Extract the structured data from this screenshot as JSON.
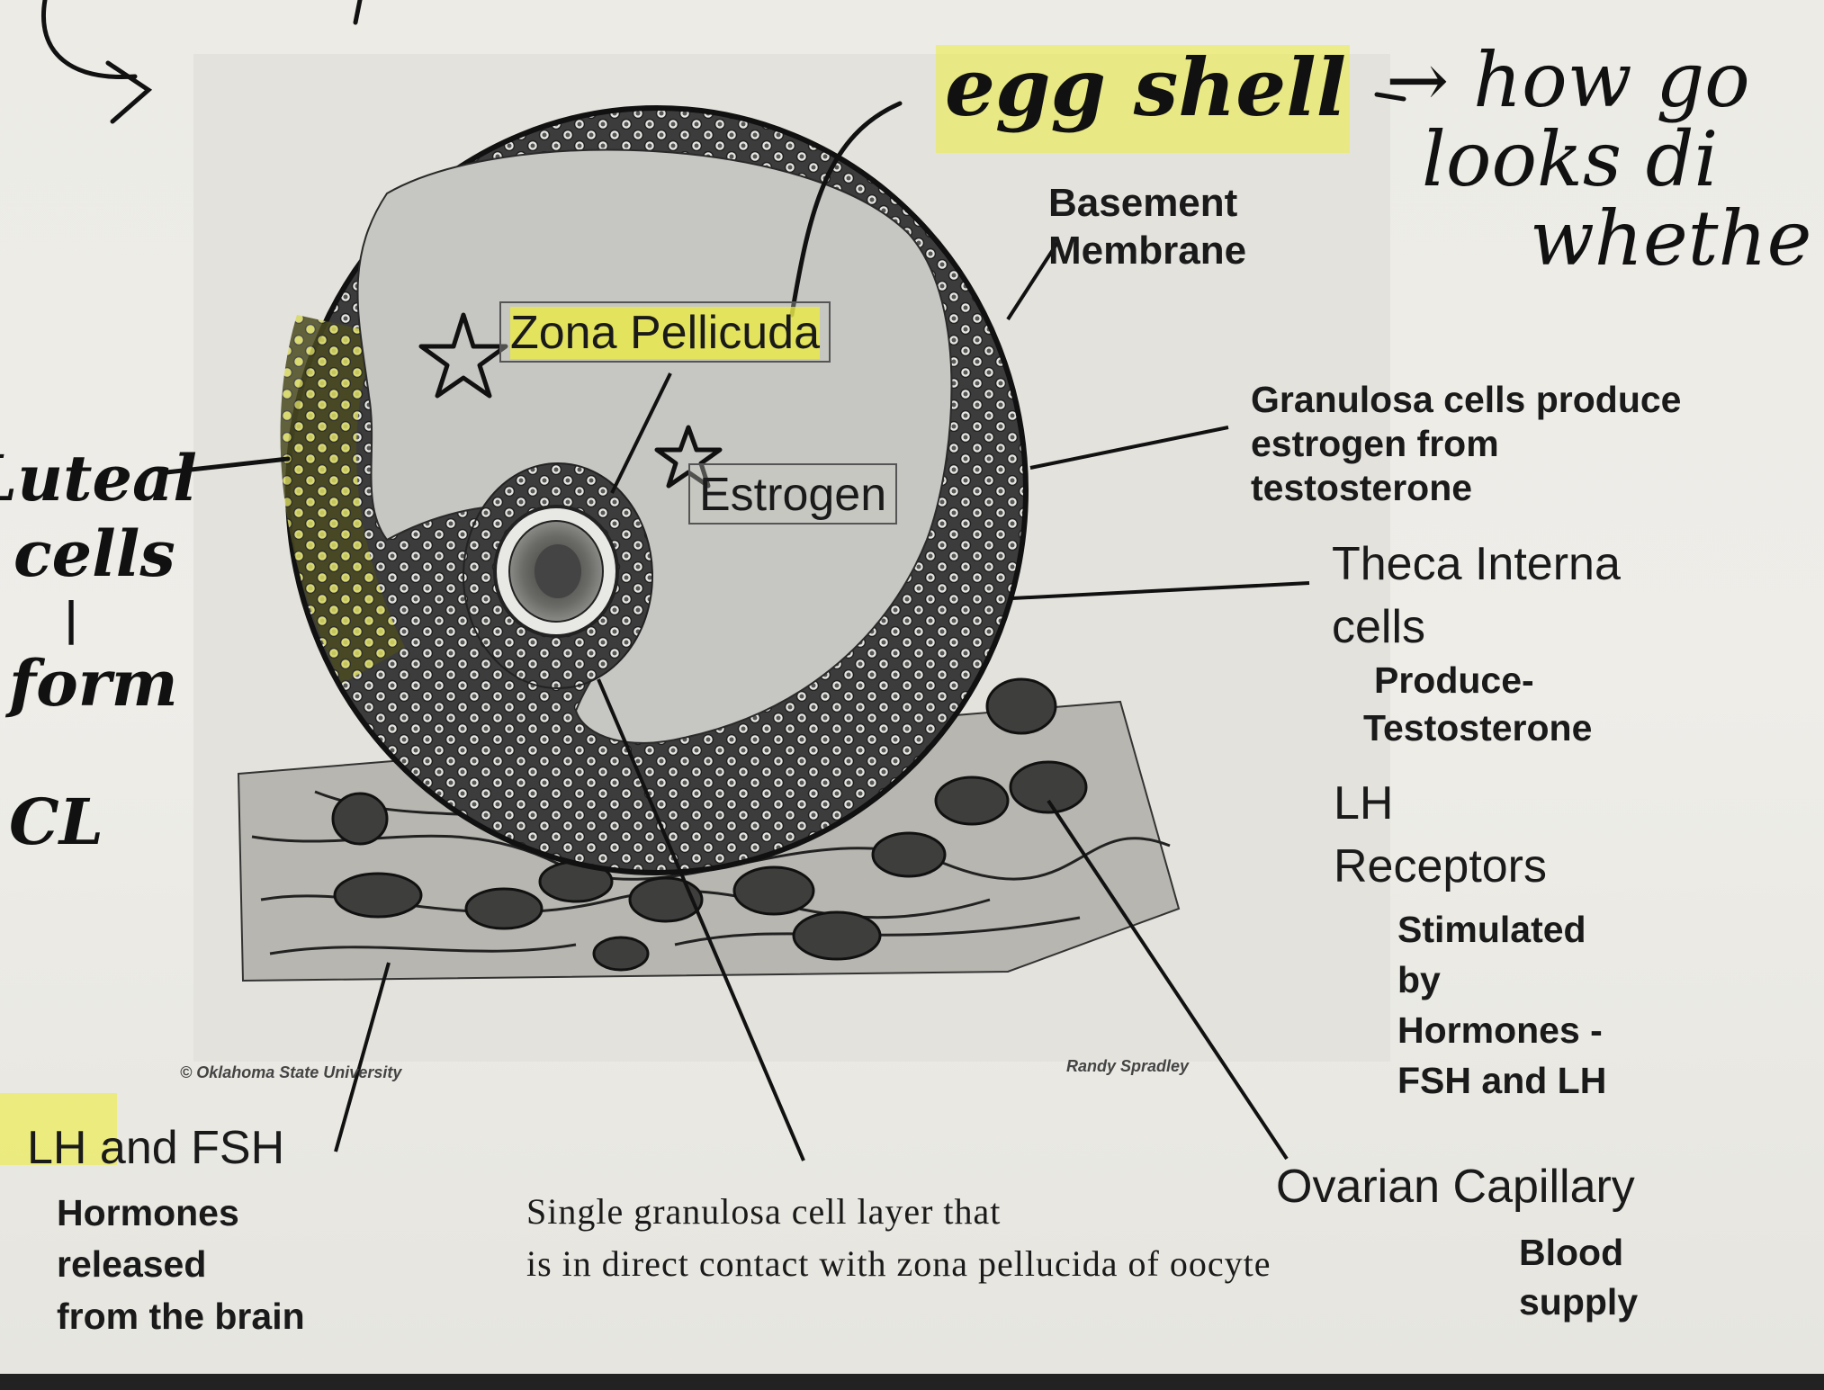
{
  "labels": {
    "basement_membrane": [
      "Basement",
      "Membrane"
    ],
    "zona_pellucida": "Zona Pellicuda",
    "estrogen": "Estrogen",
    "granulosa": [
      "Granulosa cells produce",
      "estrogen from",
      "testosterone"
    ],
    "theca_interna": [
      "Theca Interna",
      "cells"
    ],
    "theca_produce": [
      "Produce-",
      "Testosterone"
    ],
    "lh_receptors": [
      "LH",
      "Receptors"
    ],
    "stimulated": [
      "Stimulated",
      "by",
      "Hormones -",
      "FSH and LH"
    ],
    "lh_fsh": "LH and FSH",
    "hormones_released": [
      "Hormones",
      "released",
      "from the brain"
    ],
    "single_granulosa": [
      "Single granulosa cell layer that",
      "is in direct contact with zona pellucida of oocyte"
    ],
    "ovarian_capillary": "Ovarian Capillary",
    "blood_supply": [
      "Blood",
      "supply"
    ]
  },
  "credits": {
    "left": "© Oklahoma State University",
    "right": "Randy Spradley"
  },
  "handwriting": {
    "egg_shell": "egg shell",
    "top_right": [
      "→ how go",
      "looks di",
      "whethe"
    ],
    "left_note": [
      "Luteal",
      "cells",
      "|",
      "form",
      "CL"
    ]
  },
  "colors": {
    "highlighter": "#ecec3c",
    "ink": "#111111",
    "antrum": "#c4c4c0",
    "granulosa_ring": "#3a3a3a",
    "oocyte": "#5a5a58"
  }
}
